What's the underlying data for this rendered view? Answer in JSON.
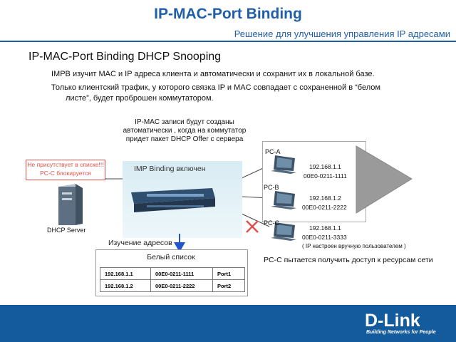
{
  "header": {
    "title": "IP-MAC-Port Binding",
    "subtitle": "Решение для улучшения управления IP адресами"
  },
  "section": {
    "heading": "IP-MAC-Port Binding DHCP Snooping",
    "paragraph_1": "IMPB изучит MAC и IP адреса клиента и автоматически и сохранит их в локальной базе.",
    "paragraph_2_line_1": "Только клиентский трафик, у которого связка IP и MAC совпадает с сохраненной в “белом",
    "paragraph_2_line_2": "листе”, будет проброшен коммутатором."
  },
  "diagram": {
    "note": "IP-MAC записи будут созданы автоматически , когда на коммутатор придет пакет DHCP Offer с сервера",
    "alert_line_1": "Не присутствует в списке!!!",
    "alert_line_2": "PC-C блокируется",
    "dhcp_server_label": "DHCP Server",
    "imp_label": "IMP Binding включен",
    "learning_label": "Изучение адресов",
    "whitelist_label": "Белый список",
    "whitelist_rows": [
      [
        "192.168.1.1",
        "00E0-0211-1111",
        "Port1"
      ],
      [
        "192.168.1.2",
        "00E0-0211-2222",
        "Port2"
      ]
    ],
    "pcs": [
      {
        "name": "PC-A",
        "ip": "192.168.1.1",
        "mac": "00E0-0211-1111"
      },
      {
        "name": "PC-B",
        "ip": "192.168.1.2",
        "mac": "00E0-0211-2222"
      },
      {
        "name": "PC-C",
        "ip": "192.168.1.1",
        "mac": "00E0-0211-3333"
      }
    ],
    "pc_c_note": "( IP настроен вручную пользователем )",
    "access_note": "PC-C пытается получить доступ к ресурсам сети"
  },
  "footer": {
    "logo": "D-Link",
    "tagline": "Building Networks for People"
  },
  "colors": {
    "title_blue": "#1f5fa8",
    "footer_blue": "#135b9c",
    "alert_red": "#e0504b",
    "arrow_blue": "#2255cc"
  }
}
